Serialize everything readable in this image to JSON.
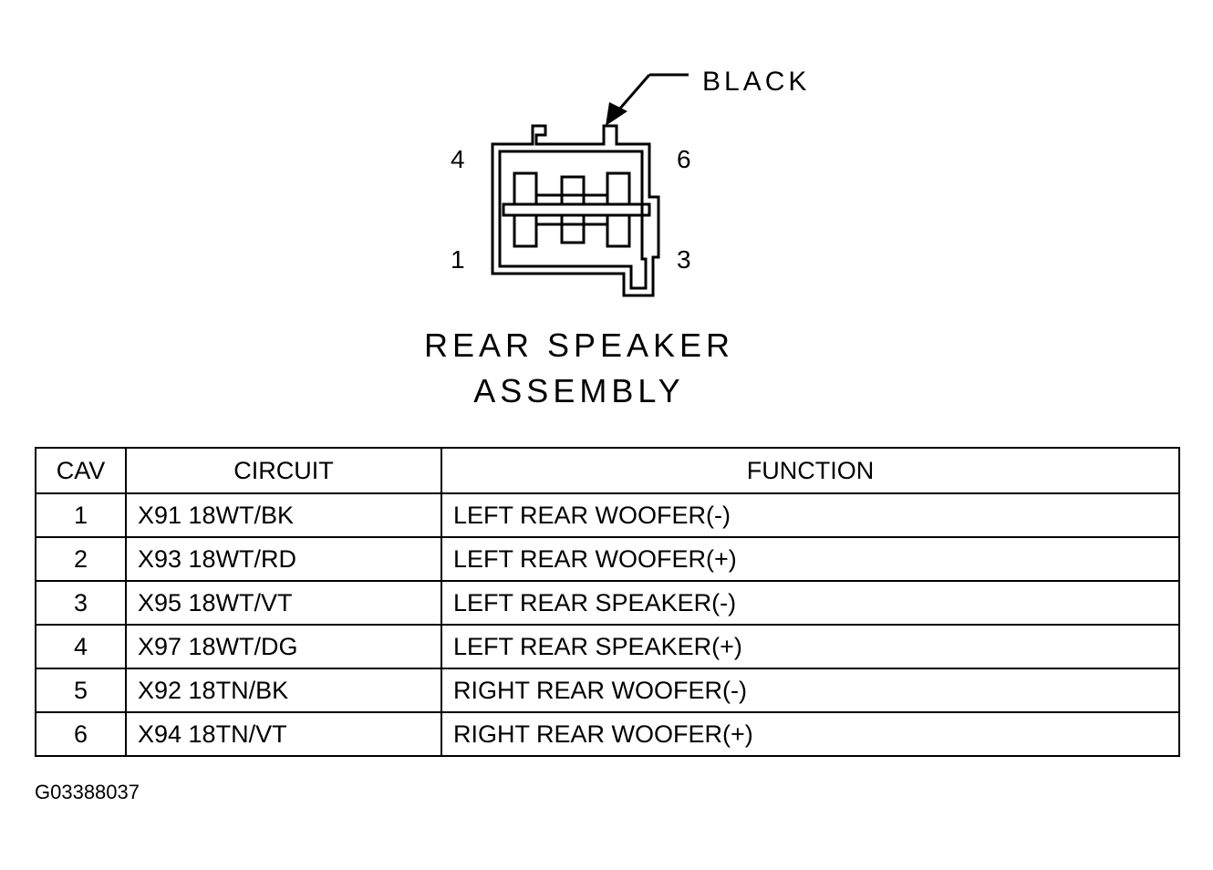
{
  "connector": {
    "color_label": "BLACK",
    "pin_labels": {
      "top_left": "4",
      "top_right": "6",
      "bottom_left": "1",
      "bottom_right": "3"
    },
    "caption_line1": "REAR SPEAKER",
    "caption_line2": "ASSEMBLY"
  },
  "table": {
    "headers": {
      "cav": "CAV",
      "circuit": "CIRCUIT",
      "function": "FUNCTION"
    },
    "rows": [
      {
        "cav": "1",
        "circuit": "X91 18WT/BK",
        "function": "LEFT REAR WOOFER(-)"
      },
      {
        "cav": "2",
        "circuit": "X93 18WT/RD",
        "function": "LEFT REAR WOOFER(+)"
      },
      {
        "cav": "3",
        "circuit": "X95 18WT/VT",
        "function": "LEFT REAR SPEAKER(-)"
      },
      {
        "cav": "4",
        "circuit": "X97 18WT/DG",
        "function": "LEFT REAR SPEAKER(+)"
      },
      {
        "cav": "5",
        "circuit": "X92 18TN/BK",
        "function": "RIGHT REAR WOOFER(-)"
      },
      {
        "cav": "6",
        "circuit": "X94 18TN/VT",
        "function": "RIGHT REAR WOOFER(+)"
      }
    ]
  },
  "figure_id": "G03388037"
}
